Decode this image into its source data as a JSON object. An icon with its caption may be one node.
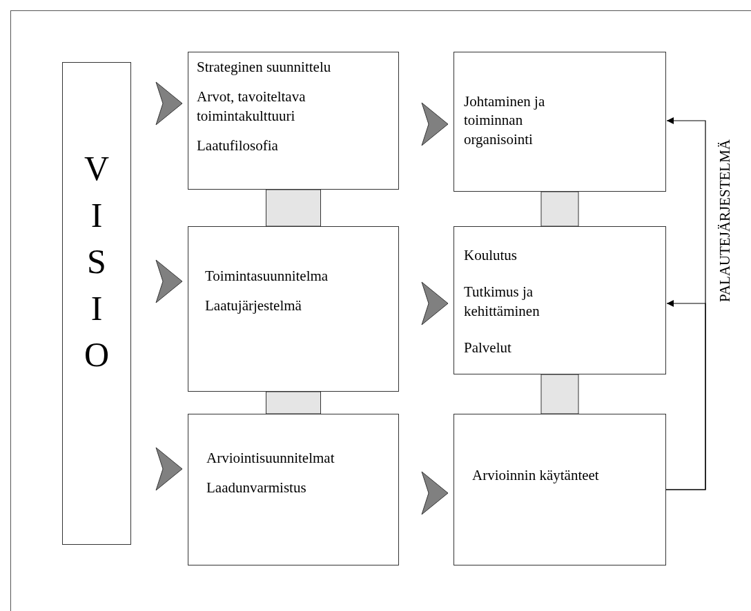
{
  "diagram": {
    "nodes": [
      {
        "text": [
          "VISIO"
        ]
      },
      {
        "text": [
          "Strateginen suunnittelu",
          "Arvot, tavoiteltava toimintakulttuuri",
          "Laatufilosofia"
        ]
      },
      {
        "text": [
          "Johtaminen ja toiminnan organisointi"
        ]
      },
      {
        "text": [
          "Toimintasuunnitelma",
          "Laatujärjestelmä"
        ]
      },
      {
        "text": [
          "Koulutus",
          "Tutkimus ja kehittäminen",
          "Palvelut"
        ]
      },
      {
        "text": [
          "Arviointisuunnitelmat",
          "Laadunvarmistus"
        ]
      },
      {
        "text": [
          "Arvioinnin käytänteet"
        ]
      }
    ],
    "edges": [
      {
        "from": 0,
        "to": 1,
        "arrow": "to"
      },
      {
        "from": 0,
        "to": 3,
        "arrow": "to"
      },
      {
        "from": 0,
        "to": 5,
        "arrow": "to"
      },
      {
        "from": 1,
        "to": 2,
        "arrow": "to"
      },
      {
        "from": 3,
        "to": 4,
        "arrow": "to"
      },
      {
        "from": 5,
        "to": 6,
        "arrow": "to"
      },
      {
        "from": 1,
        "to": 3,
        "arrow": "none",
        "style": "thick"
      },
      {
        "from": 3,
        "to": 5,
        "arrow": "none",
        "style": "thick"
      },
      {
        "from": 2,
        "to": 4,
        "arrow": "none",
        "style": "thick"
      },
      {
        "from": 4,
        "to": 6,
        "arrow": "none",
        "style": "thick"
      },
      {
        "from": 6,
        "to": 2,
        "arrow": "to",
        "color": "#000000"
      },
      {
        "from": 6,
        "to": 4,
        "arrow": "to",
        "color": "#000000"
      }
    ],
    "labels": [
      "PALAUTEJÄRJESTELMÄ"
    ]
  }
}
